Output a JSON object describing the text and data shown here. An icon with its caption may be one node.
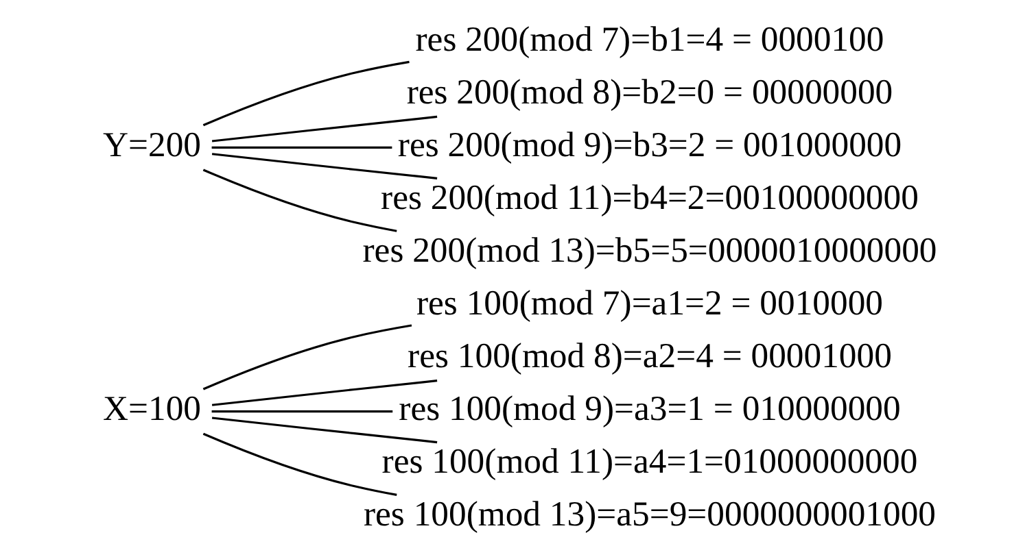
{
  "diagram": {
    "nodes": [
      {
        "text": [
          "X=100"
        ]
      },
      {
        "text": [
          "res 100(mod 7)=a1=2 = 0010000"
        ]
      },
      {
        "text": [
          "res 100(mod 8)=a2=4 = 00001000"
        ]
      },
      {
        "text": [
          "res 100(mod 9)=a3=1 = 010000000"
        ]
      },
      {
        "text": [
          "res 100(mod 11)=a4=1=01000000000"
        ]
      },
      {
        "text": [
          "res 100(mod 13)=a5=9=0000000001000"
        ]
      },
      {
        "text": [
          "Y=200"
        ]
      },
      {
        "text": [
          "res 200(mod 7)=b1=4 = 0000100"
        ]
      },
      {
        "text": [
          "res 200(mod 8)=b2=0 = 00000000"
        ]
      },
      {
        "text": [
          "res 200(mod 9)=b3=2 = 001000000"
        ]
      },
      {
        "text": [
          "res 200(mod 11)=b4=2=00100000000"
        ]
      },
      {
        "text": [
          "res 200(mod 13)=b5=5=0000010000000"
        ]
      }
    ],
    "edges": [
      {
        "from": 0,
        "to": 1,
        "arrow": "none"
      },
      {
        "from": 0,
        "to": 2,
        "arrow": "none"
      },
      {
        "from": 0,
        "to": 3,
        "arrow": "none"
      },
      {
        "from": 0,
        "to": 4,
        "arrow": "none"
      },
      {
        "from": 0,
        "to": 5,
        "arrow": "none"
      },
      {
        "from": 6,
        "to": 7,
        "arrow": "none"
      },
      {
        "from": 6,
        "to": 8,
        "arrow": "none"
      },
      {
        "from": 6,
        "to": 9,
        "arrow": "none"
      },
      {
        "from": 6,
        "to": 10,
        "arrow": "none"
      },
      {
        "from": 6,
        "to": 11,
        "arrow": "none"
      }
    ]
  }
}
